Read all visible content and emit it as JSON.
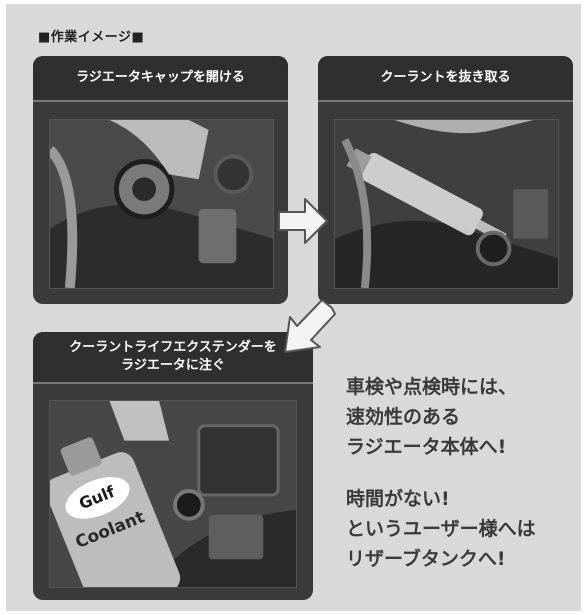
{
  "section_label": "■作業イメージ■",
  "steps": [
    {
      "title_lines": [
        "ラジエータキャップを開ける"
      ]
    },
    {
      "title_lines": [
        "クーラントを抜き取る"
      ]
    },
    {
      "title_lines": [
        "クーラントライフエクステンダーを",
        "ラジエータに注ぐ"
      ]
    }
  ],
  "callout": {
    "block1": [
      "車検や点検時には、",
      "速効性のある",
      "ラジエータ本体へ!"
    ],
    "block2": [
      "時間がない!",
      "というユーザー様へは",
      "リザーブタンクへ!"
    ]
  },
  "bottle_label": {
    "brand": "Gulf",
    "product": "Coolant"
  },
  "colors": {
    "card_bg": "#3a3a3a",
    "card_head": "#2f2f2f",
    "page_bg": "#d9d9d9",
    "callout_text": "#3a3a3a"
  },
  "icons": [
    "arrow-right-icon",
    "arrow-down-left-icon"
  ]
}
